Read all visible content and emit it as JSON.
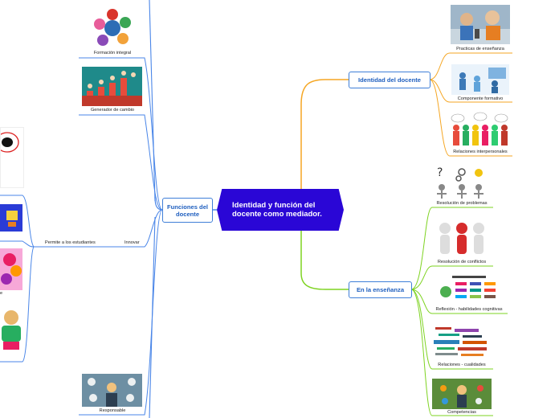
{
  "central": {
    "title": "Identidad y función del docente como mediador."
  },
  "left_branch": {
    "title": "Funciones del docente",
    "items": [
      {
        "label": "Formación integral"
      },
      {
        "label": "Generador de cambio"
      },
      {
        "label": "Innovar"
      },
      {
        "label": "Responsable"
      }
    ],
    "sub_branch": {
      "label": "Permite a los estudiantes",
      "partial_label": "e"
    }
  },
  "right_top_branch": {
    "title": "Identidad del docente",
    "items": [
      {
        "label": "Practicas de enseñanza"
      },
      {
        "label": "Componente formativo"
      },
      {
        "label": "Relaciones interpersonales"
      }
    ]
  },
  "right_bottom_branch": {
    "title": "En la enseñanza",
    "items": [
      {
        "label": "Resolución de problemas"
      },
      {
        "label": "Resolución de conflictos"
      },
      {
        "label": "Reflexión - habilidades cognitivas"
      },
      {
        "label": "Relaciones - cualidades"
      },
      {
        "label": "Competencias"
      }
    ]
  },
  "colors": {
    "central": "#2a06d6",
    "blue_link": "#4a86e8",
    "orange_link": "#f5a623",
    "green_link": "#7ed321"
  }
}
